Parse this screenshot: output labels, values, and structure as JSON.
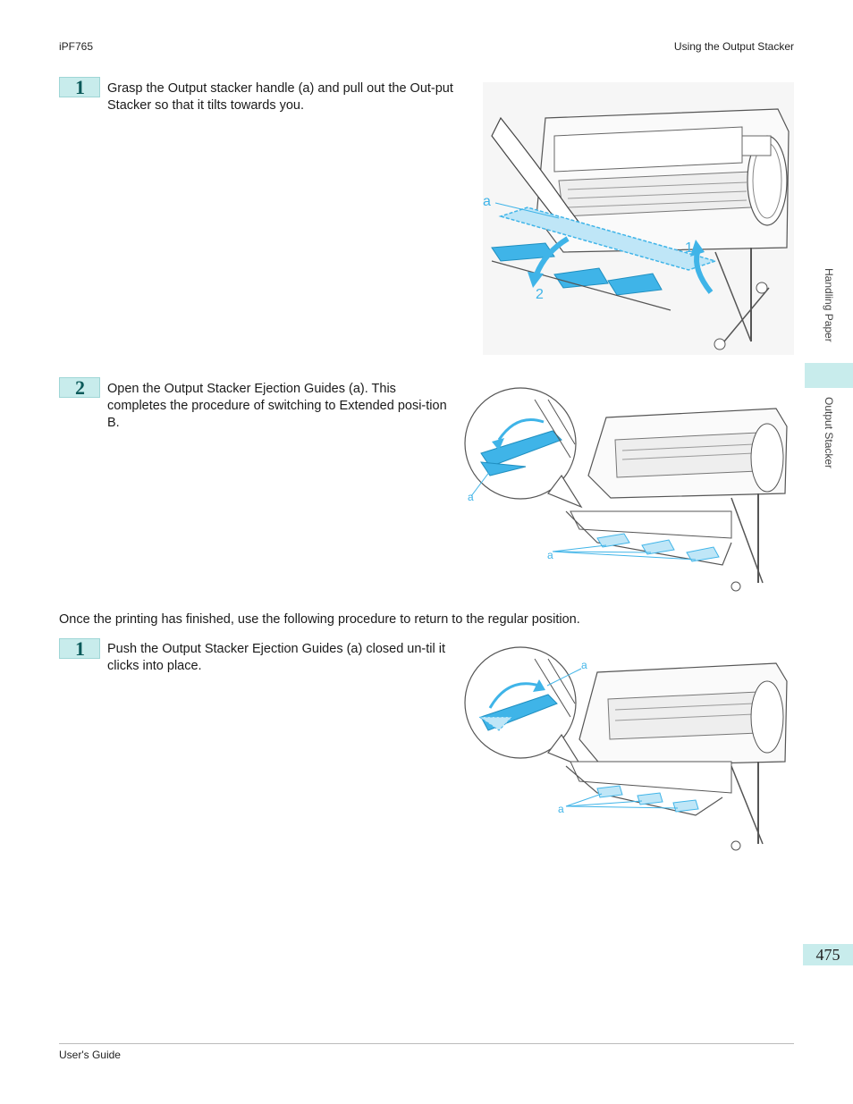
{
  "header": {
    "left": "iPF765",
    "right": "Using the Output Stacker"
  },
  "steps_a": [
    {
      "num": "1",
      "text": "Grasp the Output stacker handle (a) and pull out the Out-put Stacker so that it tilts towards you."
    },
    {
      "num": "2",
      "text": "Open the Output Stacker Ejection Guides (a). This completes the procedure of switching to Extended posi-tion B."
    }
  ],
  "paragraph": "Once the printing has finished, use the following procedure to return to the regular position.",
  "steps_b": [
    {
      "num": "1",
      "text": "Push the Output Stacker Ejection Guides (a) closed un-til it clicks into place."
    }
  ],
  "illustrations": {
    "fig1": {
      "label_a": "a",
      "label_1": "1",
      "label_2": "2"
    },
    "fig2": {
      "label_a1": "a",
      "label_a2": "a"
    },
    "fig3": {
      "label_a1": "a",
      "label_a2": "a"
    }
  },
  "side_tabs": {
    "top": "Handling Paper",
    "bottom": "Output Stacker"
  },
  "page_number": "475",
  "footer": "User's Guide",
  "colors": {
    "accent": "#c8ecec",
    "highlight_blue": "#3fb4e8",
    "line_gray": "#555555"
  }
}
